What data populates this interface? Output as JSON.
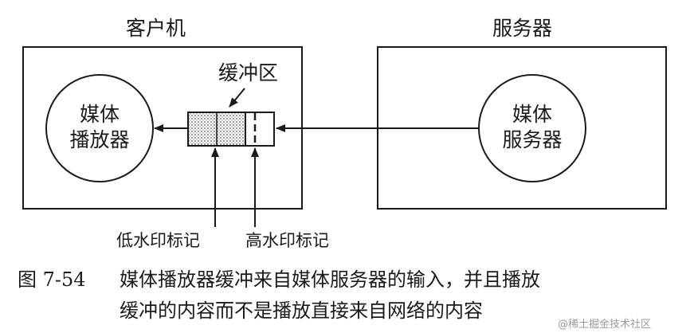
{
  "client": {
    "title": "客户机",
    "media_player": [
      "媒体",
      "播放器"
    ]
  },
  "server": {
    "title": "服务器",
    "media_server": [
      "媒体",
      "服务器"
    ]
  },
  "buffer": {
    "label": "缓冲区"
  },
  "watermarks": {
    "low": "低水印标记",
    "high": "高水印标记"
  },
  "caption": {
    "number": "图 7-54",
    "line1": "媒体播放器缓冲来自媒体服务器的输入，并且播放",
    "line2": "缓冲的内容而不是播放直接来自网络的内容"
  },
  "site_watermark": "@稀土掘金技术社区"
}
